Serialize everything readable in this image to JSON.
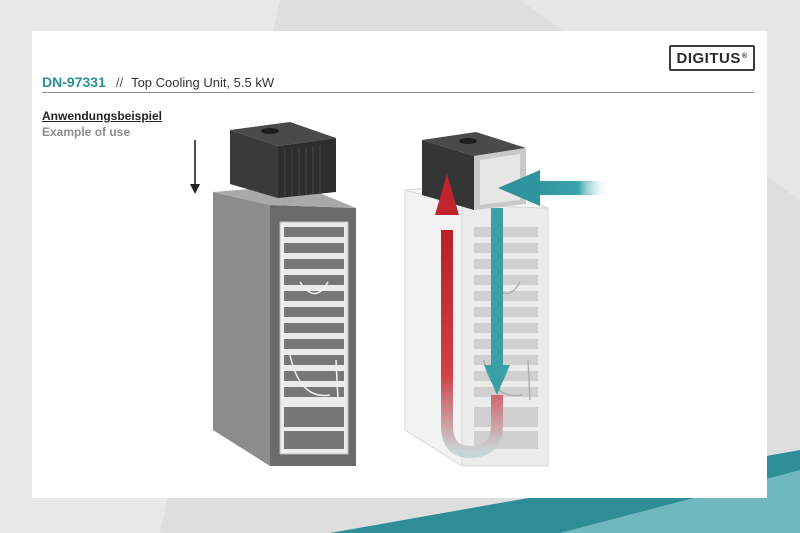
{
  "brand": {
    "logo_text": "DIGITUS",
    "registered_mark": "®"
  },
  "header": {
    "model": "DN-97331",
    "separator": "//",
    "title": "Top Cooling Unit, 5.5 kW"
  },
  "labels": {
    "german": "Anwendungsbeispiel",
    "english": "Example of use"
  },
  "colors": {
    "accent_teal": "#2d8f99",
    "hot_red": "#c0252d",
    "cool_teal": "#39a0a8"
  }
}
